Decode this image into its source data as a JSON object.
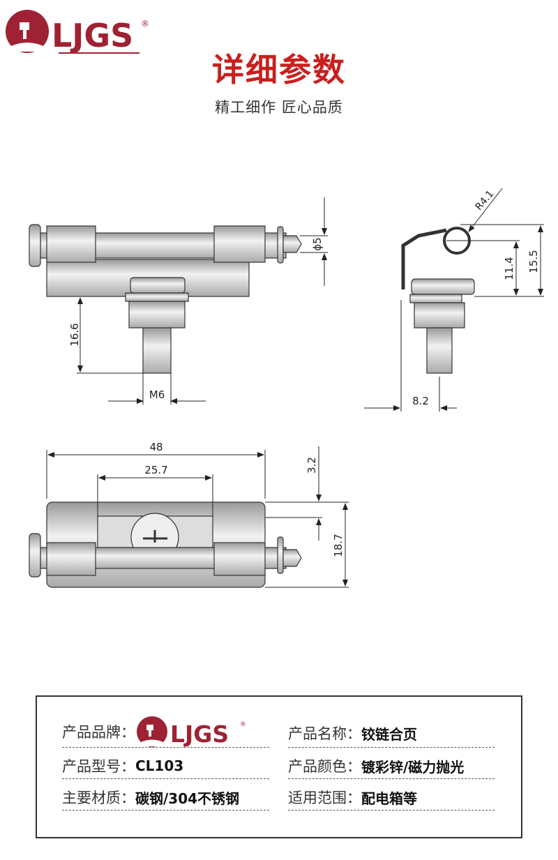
{
  "brand": {
    "logo_text": "LJGS",
    "registered": "®",
    "color": "#9e2233"
  },
  "header": {
    "title": "详细参数",
    "subtitle": "精工细作 匠心品质",
    "title_color": "#c8201e"
  },
  "drawing_side": {
    "dim_diameter": "ϕ5",
    "dim_height": "16.6",
    "dim_thread": "M6"
  },
  "drawing_end": {
    "dim_radius": "R4.1",
    "dim_a": "11.4",
    "dim_b": "15.5",
    "dim_width": "8.2"
  },
  "drawing_top": {
    "dim_length": "48",
    "dim_inner": "25.7",
    "dim_offset": "3.2",
    "dim_depth": "18.7"
  },
  "specs": {
    "brand_label": "产品品牌：",
    "name_label": "产品名称：",
    "name_value": "铰链合页",
    "model_label": "产品型号：",
    "model_value": "CL103",
    "color_label": "产品颜色：",
    "color_value": "镀彩锌/磁力抛光",
    "material_label": "主要材质：",
    "material_value": "碳钢/304不锈钢",
    "usage_label": "适用范围：",
    "usage_value": "配电箱等"
  }
}
